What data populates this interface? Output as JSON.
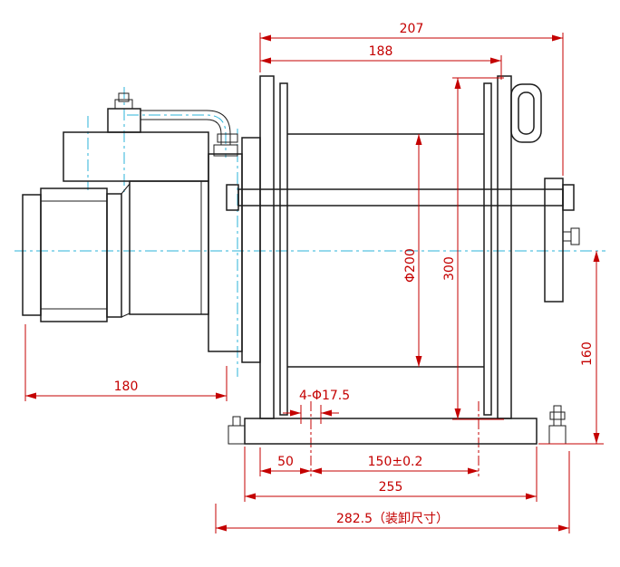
{
  "drawing": {
    "kind": "engineering-dimension-drawing",
    "subject": "hydraulic winch assembly, side view"
  },
  "colors": {
    "outline": "#1c1c1c",
    "dimension": "#c40000",
    "centerline": "#2bb3d9",
    "background": "#ffffff"
  },
  "dimensions": {
    "d207": "207",
    "d188": "188",
    "d_phi200": "Φ200",
    "d300": "300",
    "d160": "160",
    "d180": "180",
    "d_holes": "4-Φ17.5",
    "d50": "50",
    "d150": "150±0.2",
    "d255": "255",
    "d282": "282.5（装卸尺寸）"
  }
}
